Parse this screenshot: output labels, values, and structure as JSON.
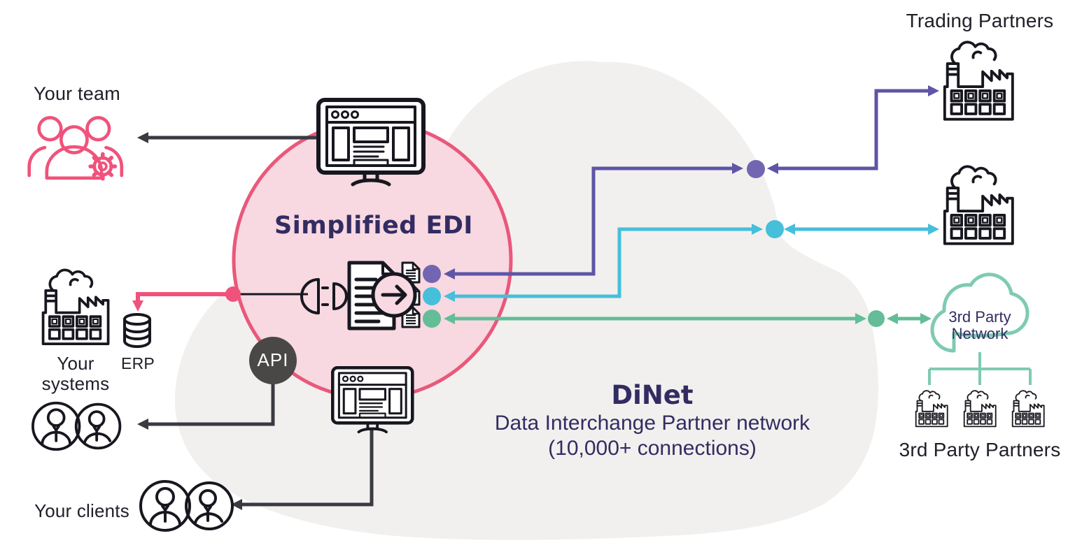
{
  "labels": {
    "your_team": "Your team",
    "your_systems_line1": "Your",
    "your_systems_line2": "systems",
    "erp": "ERP",
    "your_clients": "Your clients",
    "api": "API",
    "simplified_edi": "Simplified EDI",
    "trading_partners": "Trading Partners",
    "third_party_network_line1": "3rd Party",
    "third_party_network_line2": "Network",
    "third_party_partners": "3rd Party Partners",
    "dinet_title": "DiNet",
    "dinet_subtitle": "Data Interchange Partner network",
    "dinet_connections": "(10,000+ connections)"
  },
  "icons": {
    "hub_endpoint_colors_note": "purple, teal, green endpoint dots",
    "monitor": "browser-monitor-icon",
    "factory": "factory-icon",
    "team": "team-with-gear-icon",
    "clients": "people-pair-icon",
    "erp": "database-icon",
    "plug": "connector-plug-icon",
    "transform": "document-transform-icon"
  },
  "colors": {
    "pink_fill": "#f8d8e1",
    "pink_stroke": "#e9587b",
    "pink_accent": "#f0527b",
    "cloud": "#f1f0ee",
    "purple": "#5e55a7",
    "purple_dot": "#7265b2",
    "teal": "#46bfda",
    "green": "#63bd97",
    "dark": "#3a3a42",
    "ink": "#17171f",
    "heading": "#332c62",
    "label": "#20202a",
    "api_bg": "#4a4846",
    "tpn_teal": "#7ecbb2"
  }
}
